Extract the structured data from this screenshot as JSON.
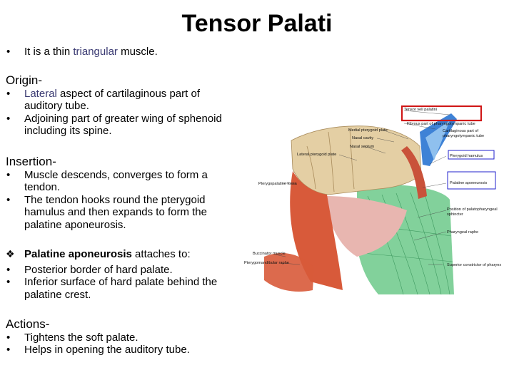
{
  "slide": {
    "title": "Tensor Palati",
    "intro": {
      "pre": "It is a thin ",
      "accent": "triangular",
      "post": " muscle."
    },
    "origin": {
      "heading": "Origin-",
      "items": [
        {
          "accent": "Lateral",
          "rest": " aspect of cartilaginous part of",
          "cont": "auditory tube."
        },
        {
          "accent": "",
          "rest": "Adjoining part of greater wing of sphenoid",
          "cont": "including its spine."
        }
      ]
    },
    "insertion": {
      "heading": "Insertion-",
      "items": [
        {
          "l1": "Muscle descends, converges to form a",
          "l2": "tendon.",
          "l3": ""
        },
        {
          "l1": "The tendon hooks round the pterygoid",
          "l2": "hamulus and then expands to form the",
          "l3": "palatine aponeurosis."
        }
      ]
    },
    "aponeurosis": {
      "lead_bold": "Palatine aponeurosis",
      "lead_rest": " attaches to:",
      "items": [
        {
          "l1": "Posterior border of hard palate.",
          "l2": ""
        },
        {
          "l1": "Inferior surface of hard palate behind the",
          "l2": "palatine crest."
        }
      ]
    },
    "actions": {
      "heading": "Actions-",
      "items": [
        "Tightens the soft palate.",
        "Helps in opening the auditory tube."
      ]
    }
  },
  "figure": {
    "labels": {
      "tensor": "Tensor veli palatini",
      "fibrous": "Fibrous part of pharyngotympanic tube",
      "cartilaginous1": "Cartilaginous part of",
      "cartilaginous2": "pharyngotympanic tube",
      "medial_plate": "Medial pterygoid plate",
      "nasal_cavity": "Nasal cavity",
      "nasal_septum": "Nasal septum",
      "lateral_plate": "Lateral pterygoid plate",
      "fossa": "Pterygopalatine fossa",
      "hamulus": "Pterygoid hamulus",
      "palatine_apon": "Palatine aponeurosis",
      "position1": "Position of palatopharyngeal",
      "position2": "sphincter",
      "raphe": "Pharyngeal raphe",
      "buccinator": "Buccinator muscle",
      "ptm_raphe": "Pterygomandibular raphe",
      "superior": "Superior constrictor of pharynx"
    },
    "colors": {
      "highlight": "#d01818",
      "box_blue": "#2222cc",
      "muscle": "#d85a3a",
      "bone": "#e4cfa4",
      "green": "#6cc98a",
      "blue": "#3e82d6"
    }
  }
}
